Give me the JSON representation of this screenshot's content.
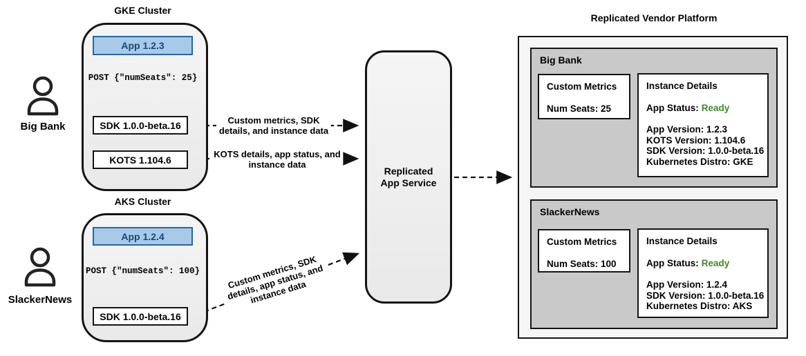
{
  "colors": {
    "app_fill": "#a8c9e8",
    "app_border": "#2467a6",
    "app_text": "#15497c",
    "status_green": "#3c8a25",
    "customer_section_gray": "#c9c9c9",
    "platform_bg": "#f5f5f5",
    "cluster_bg": "#eeeeee"
  },
  "users": [
    {
      "name": "Big Bank"
    },
    {
      "name": "SlackerNews"
    }
  ],
  "clusters": [
    {
      "title": "GKE Cluster",
      "app": "App 1.2.3",
      "post": "POST {\"numSeats\": 25}",
      "sdk": "SDK 1.0.0-beta.16",
      "kots": "KOTS 1.104.6"
    },
    {
      "title": "AKS Cluster",
      "app": "App 1.2.4",
      "post": "POST {\"numSeats\": 100}",
      "sdk": "SDK 1.0.0-beta.16"
    }
  ],
  "arrows": [
    {
      "lines": [
        "Custom metrics, SDK",
        "details, and instance data"
      ]
    },
    {
      "lines": [
        "KOTS details, app status, and",
        "instance data"
      ]
    },
    {
      "lines": [
        "Custom metrics, SDK",
        "details, app status, and",
        "instance data"
      ]
    }
  ],
  "service": {
    "lines": [
      "Replicated",
      "App Service"
    ]
  },
  "platform": {
    "title": "Replicated Vendor Platform",
    "customers": [
      {
        "name": "Big Bank",
        "metrics_title": "Custom Metrics",
        "metrics_value": "Num Seats: 25",
        "details_title": "Instance Details",
        "status_label": "App Status:",
        "status_value": "Ready",
        "details": [
          "App Version: 1.2.3",
          "KOTS Version: 1.104.6",
          "SDK Version: 1.0.0-beta.16",
          "Kubernetes Distro: GKE"
        ]
      },
      {
        "name": "SlackerNews",
        "metrics_title": "Custom Metrics",
        "metrics_value": "Num Seats: 100",
        "details_title": "Instance Details",
        "status_label": "App Status:",
        "status_value": "Ready",
        "details": [
          "App Version: 1.2.4",
          "SDK Version: 1.0.0-beta.16",
          "Kubernetes Distro: AKS"
        ]
      }
    ]
  }
}
